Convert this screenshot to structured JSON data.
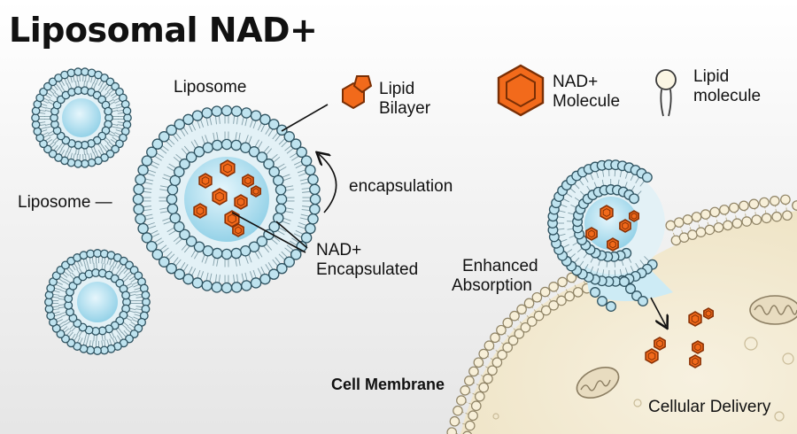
{
  "title": "Liposomal NAD+",
  "labels": {
    "liposome_top": "Liposome",
    "liposome_left": "Liposome —",
    "lipid_bilayer_line1": "Lipid",
    "lipid_bilayer_line2": "Bilayer",
    "encapsulation": "encapsulation",
    "nad_encapsulated_line1": "NAD+",
    "nad_encapsulated_line2": "Encapsulated",
    "enhanced_line1": "Enhanced",
    "enhanced_line2": "Absorption",
    "cell_membrane": "Cell Membrane",
    "cellular_delivery": "Cellular Delivery"
  },
  "legend": {
    "nad_line1": "NAD+",
    "nad_line2": "Molecule",
    "lipid_line1": "Lipid",
    "lipid_line2": "molecule"
  },
  "colors": {
    "nad_orange": "#f26a1b",
    "lipid_head": "#bfe3ef",
    "lipid_outline": "#2f5361",
    "core_blue": "#a9d9ec",
    "cell_fill": "#f4ecd6",
    "cell_head": "#f7efd8"
  },
  "icons": [
    "nad-hexagon-icon",
    "lipid-molecule-icon",
    "lipid-bilayer-icon",
    "mitochondria-icon"
  ]
}
